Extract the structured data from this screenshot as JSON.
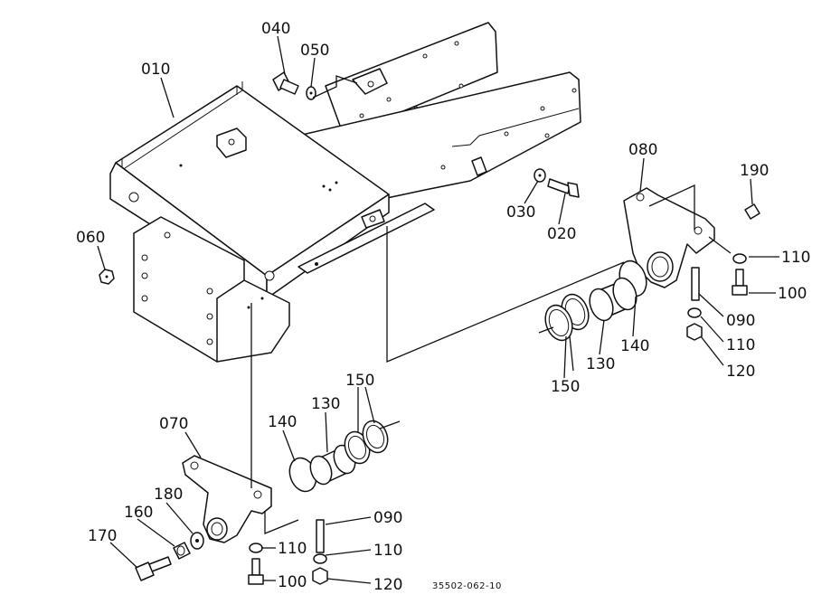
{
  "diagram": {
    "code": "35502-062-10",
    "parts": [
      {
        "id": "010"
      },
      {
        "id": "020"
      },
      {
        "id": "030"
      },
      {
        "id": "040"
      },
      {
        "id": "050"
      },
      {
        "id": "060"
      },
      {
        "id": "070"
      },
      {
        "id": "080"
      },
      {
        "id": "090"
      },
      {
        "id": "100"
      },
      {
        "id": "110"
      },
      {
        "id": "120"
      },
      {
        "id": "130"
      },
      {
        "id": "140"
      },
      {
        "id": "150"
      },
      {
        "id": "160"
      },
      {
        "id": "170"
      },
      {
        "id": "180"
      },
      {
        "id": "190"
      }
    ]
  }
}
